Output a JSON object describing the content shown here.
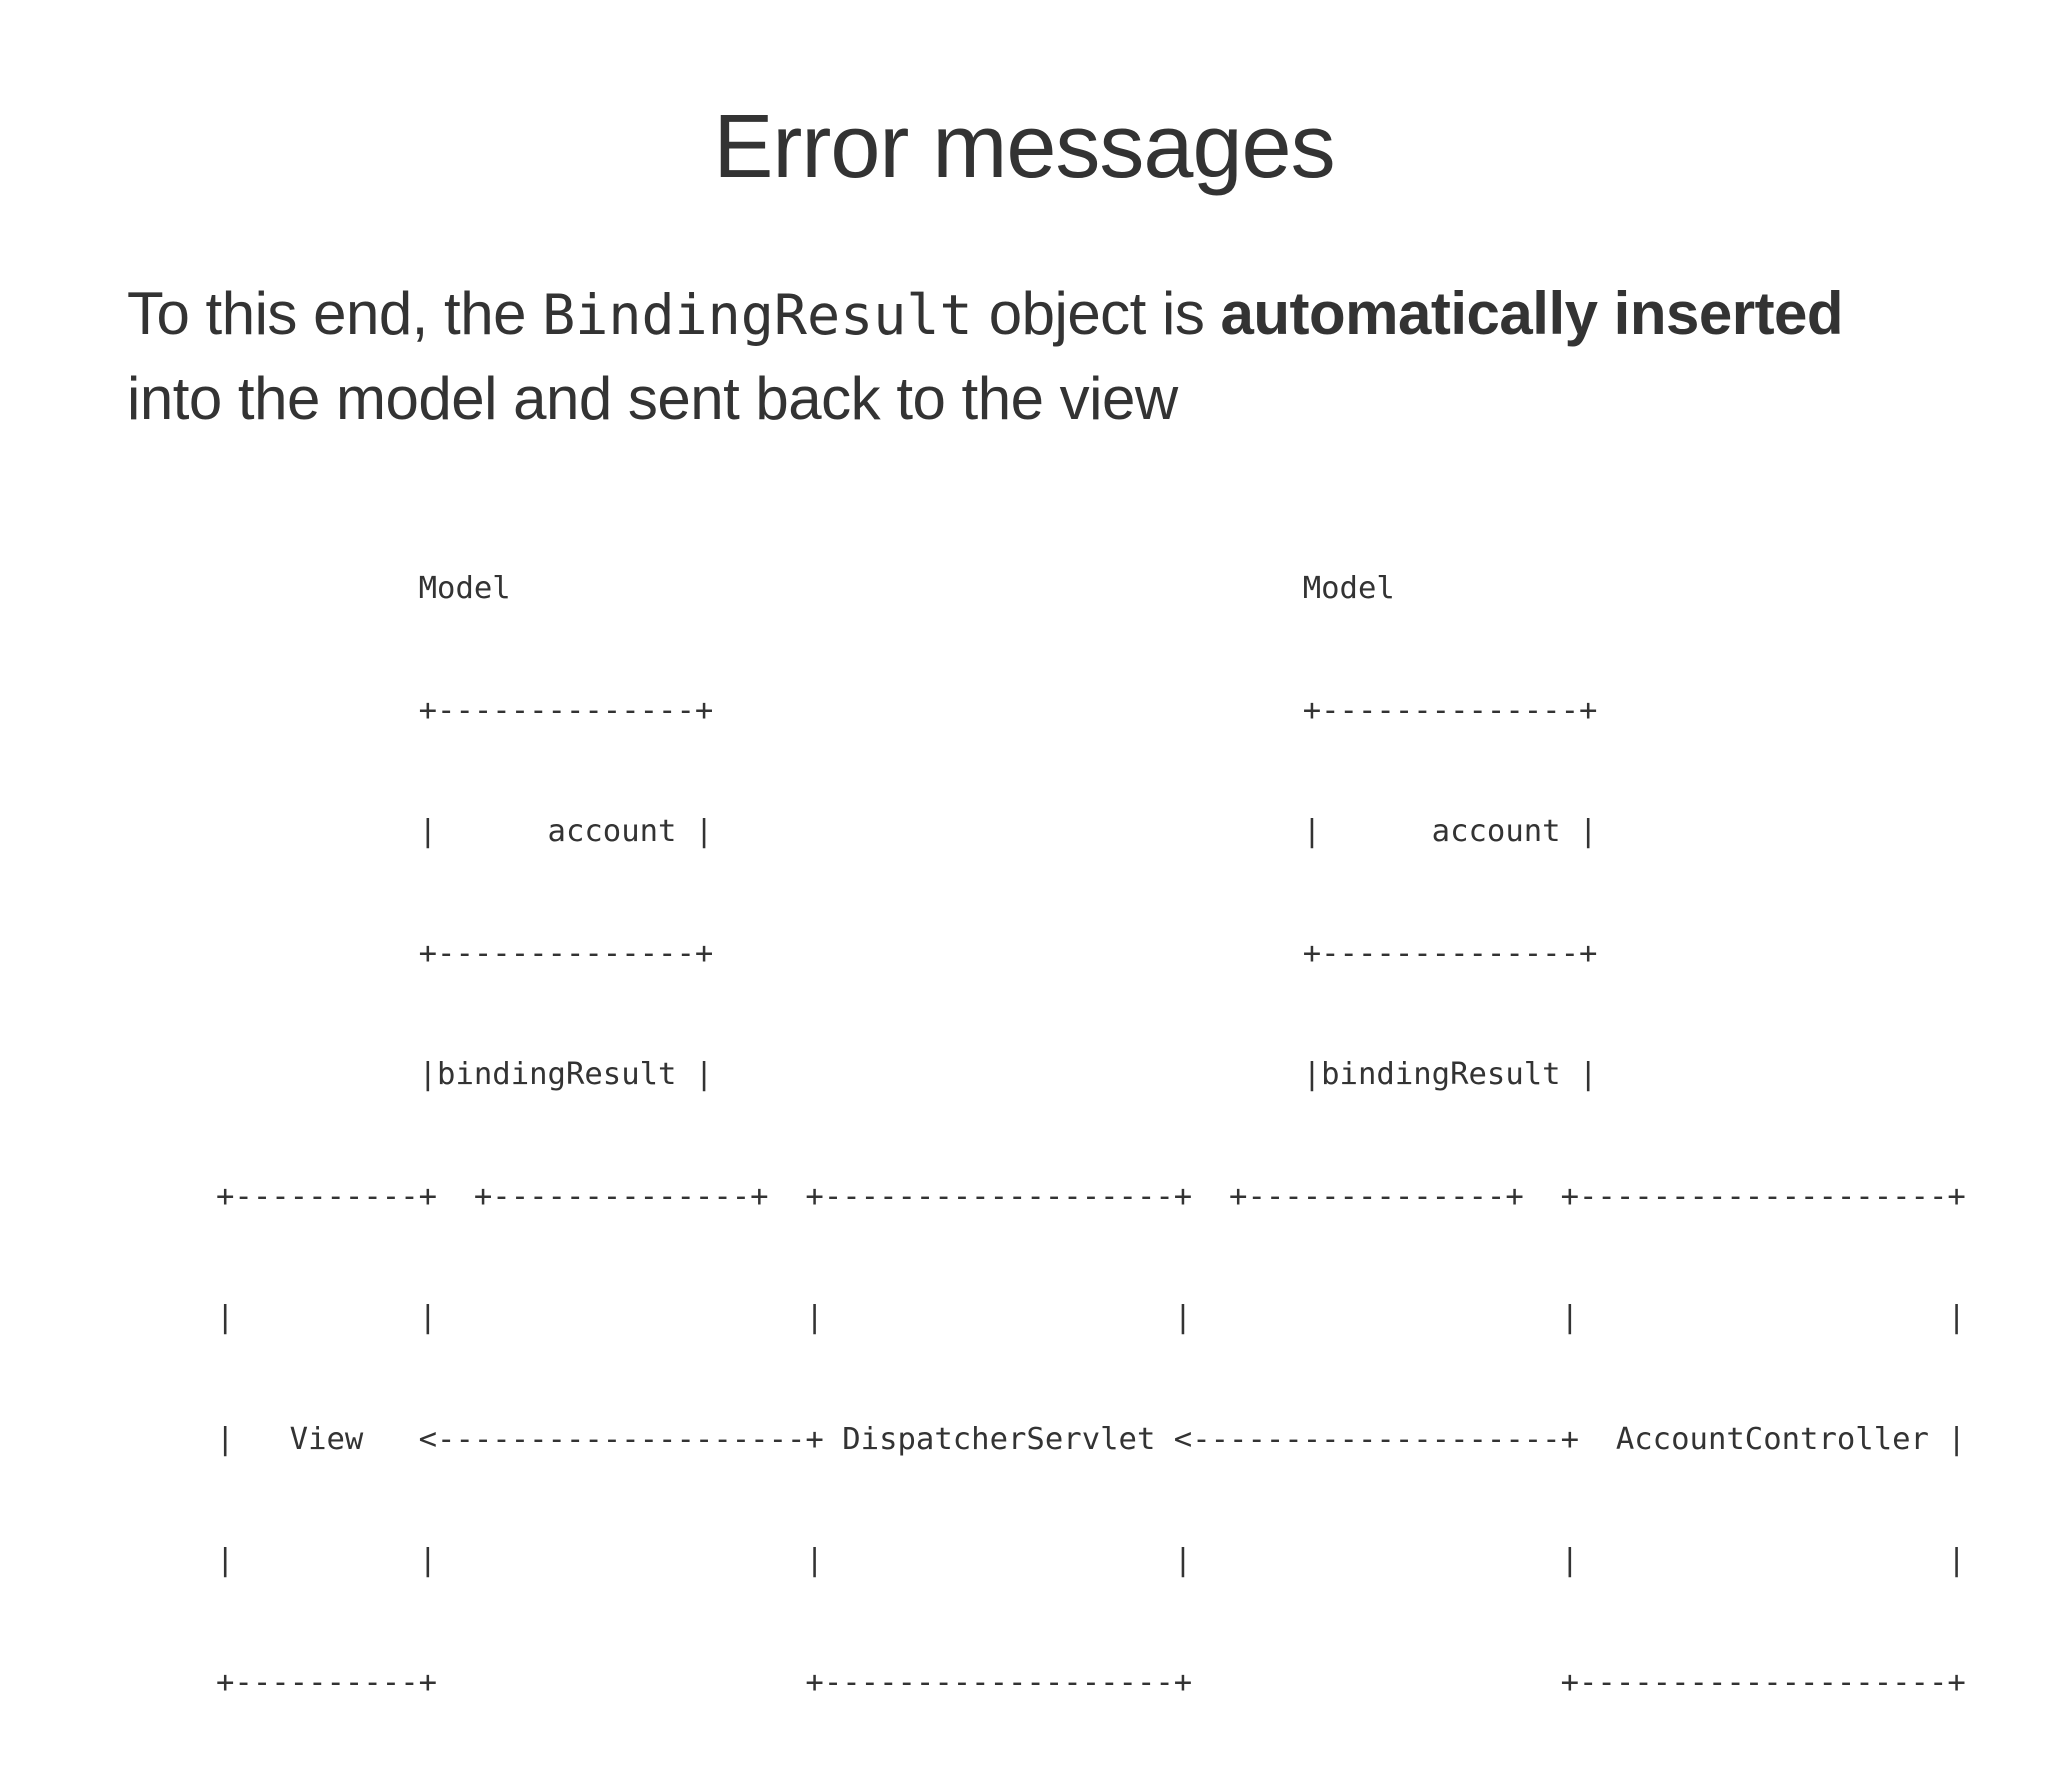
{
  "slide": {
    "title": "Error messages",
    "paragraph": {
      "part1": "To this end, the ",
      "code": "BindingResult",
      "part2": " object is ",
      "bold": "automatically inserted",
      "part3": " into the model and sent back to the view"
    },
    "diagram": {
      "lines": [
        "           Model                                           Model",
        "           +--------------+                                +--------------+",
        "           |      account |                                |      account |",
        "           +--------------+                                +--------------+",
        "           |bindingResult |                                |bindingResult |",
        "+----------+  +--------------+  +-------------------+  +--------------+  +--------------------+",
        "|          |                    |                   |                    |                    |",
        "|   View   <--------------------+ DispatcherServlet <--------------------+  AccountController |",
        "|          |                    |                   |                    |                    |",
        "+----------+                    +-------------------+                    +--------------------+"
      ]
    }
  }
}
